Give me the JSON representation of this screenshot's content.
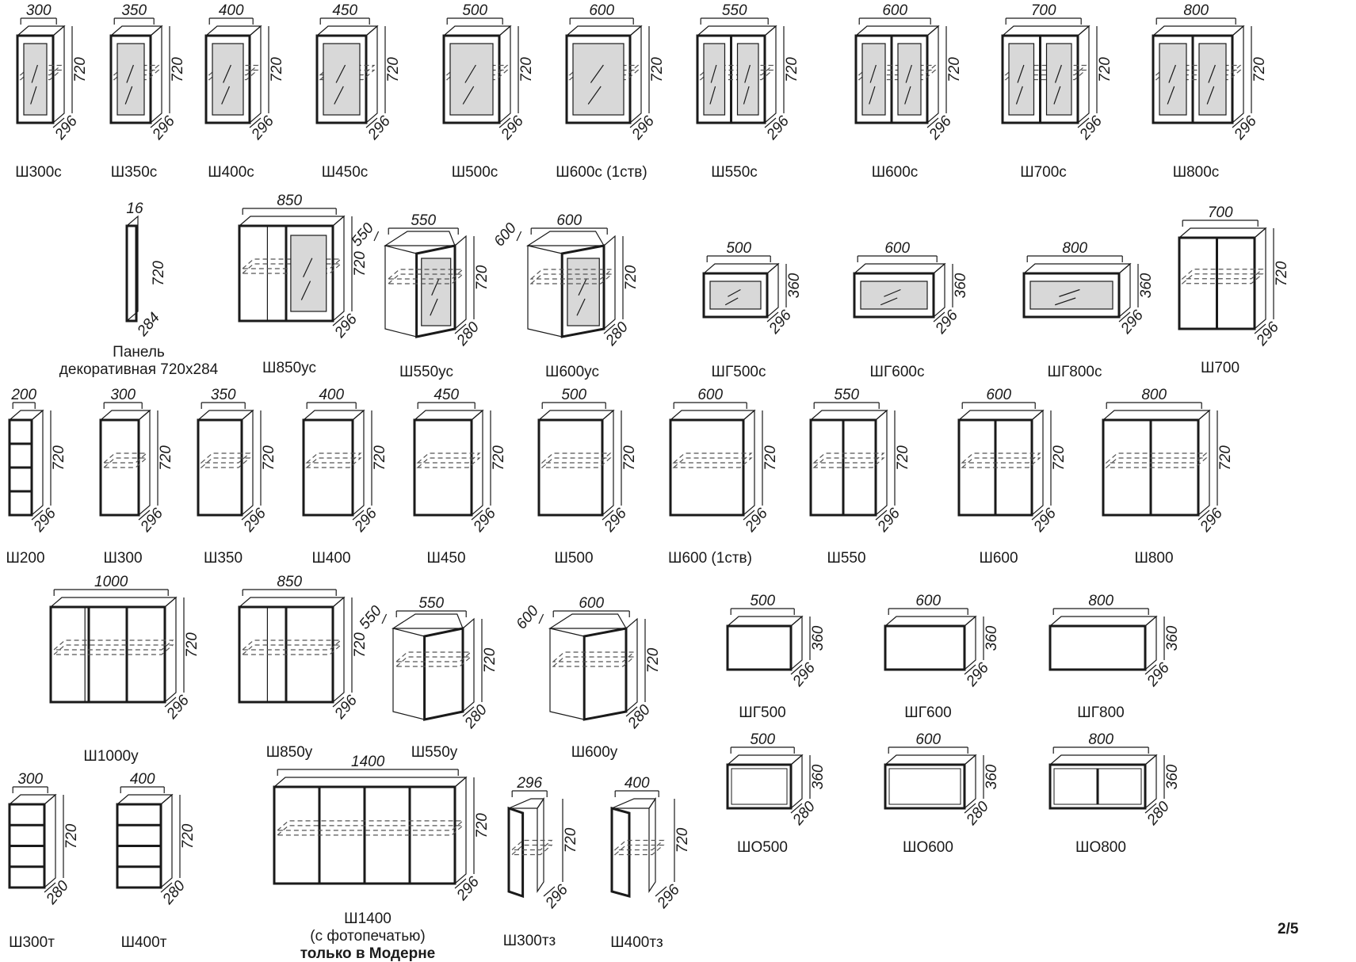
{
  "page_number": "2/5",
  "items": [
    {
      "name": "Ш300с",
      "w": "300",
      "h": "720",
      "d": "296",
      "kind": "std",
      "doors": 1,
      "glass": true
    },
    {
      "name": "Ш350с",
      "w": "350",
      "h": "720",
      "d": "296",
      "kind": "std",
      "doors": 1,
      "glass": true
    },
    {
      "name": "Ш400с",
      "w": "400",
      "h": "720",
      "d": "296",
      "kind": "std",
      "doors": 1,
      "glass": true
    },
    {
      "name": "Ш450с",
      "w": "450",
      "h": "720",
      "d": "296",
      "kind": "std",
      "doors": 1,
      "glass": true
    },
    {
      "name": "Ш500с",
      "w": "500",
      "h": "720",
      "d": "296",
      "kind": "std",
      "doors": 1,
      "glass": true
    },
    {
      "name": "Ш600с (1ств)",
      "w": "600",
      "h": "720",
      "d": "296",
      "kind": "std",
      "doors": 1,
      "glass": true
    },
    {
      "name": "Ш550с",
      "w": "550",
      "h": "720",
      "d": "296",
      "kind": "std",
      "doors": 2,
      "glass": true
    },
    {
      "name": "Ш600с",
      "w": "600",
      "h": "720",
      "d": "296",
      "kind": "std",
      "doors": 2,
      "glass": true
    },
    {
      "name": "Ш700с",
      "w": "700",
      "h": "720",
      "d": "296",
      "kind": "std",
      "doors": 2,
      "glass": true
    },
    {
      "name": "Ш800с",
      "w": "800",
      "h": "720",
      "d": "296",
      "kind": "std",
      "doors": 2,
      "glass": true
    },
    {
      "name": "Панель",
      "name2": "декоративная 720х284",
      "w": "16",
      "h": "720",
      "d": "284",
      "kind": "panel"
    },
    {
      "name": "Ш850ус",
      "w": "850",
      "h": "720",
      "d": "296",
      "kind": "corner",
      "glass": true
    },
    {
      "name": "Ш550ус",
      "w": "550",
      "w2": "550",
      "h": "720",
      "d": "280",
      "kind": "angle",
      "glass": true
    },
    {
      "name": "Ш600ус",
      "w": "600",
      "w2": "600",
      "h": "720",
      "d": "280",
      "kind": "angle",
      "glass": true
    },
    {
      "name": "ШГ500с",
      "w": "500",
      "h": "360",
      "d": "296",
      "kind": "low",
      "glass": true
    },
    {
      "name": "ШГ600с",
      "w": "600",
      "h": "360",
      "d": "296",
      "kind": "low",
      "glass": true
    },
    {
      "name": "ШГ800с",
      "w": "800",
      "h": "360",
      "d": "296",
      "kind": "low",
      "glass": true
    },
    {
      "name": "Ш700",
      "w": "700",
      "h": "720",
      "d": "296",
      "kind": "std",
      "doors": 2,
      "glass": false
    },
    {
      "name": "Ш200",
      "w": "200",
      "h": "720",
      "d": "296",
      "kind": "open200"
    },
    {
      "name": "Ш300",
      "w": "300",
      "h": "720",
      "d": "296",
      "kind": "std",
      "doors": 1,
      "glass": false
    },
    {
      "name": "Ш350",
      "w": "350",
      "h": "720",
      "d": "296",
      "kind": "std",
      "doors": 1,
      "glass": false
    },
    {
      "name": "Ш400",
      "w": "400",
      "h": "720",
      "d": "296",
      "kind": "std",
      "doors": 1,
      "glass": false
    },
    {
      "name": "Ш450",
      "w": "450",
      "h": "720",
      "d": "296",
      "kind": "std",
      "doors": 1,
      "glass": false
    },
    {
      "name": "Ш500",
      "w": "500",
      "h": "720",
      "d": "296",
      "kind": "std",
      "doors": 1,
      "glass": false
    },
    {
      "name": "Ш600 (1ств)",
      "w": "600",
      "h": "720",
      "d": "296",
      "kind": "std",
      "doors": 1,
      "glass": false
    },
    {
      "name": "Ш550",
      "w": "550",
      "h": "720",
      "d": "296",
      "kind": "std",
      "doors": 2,
      "glass": false
    },
    {
      "name": "Ш600",
      "w": "600",
      "h": "720",
      "d": "296",
      "kind": "std",
      "doors": 2,
      "glass": false
    },
    {
      "name": "Ш800",
      "w": "800",
      "h": "720",
      "d": "296",
      "kind": "std",
      "doors": 2,
      "glass": false
    },
    {
      "name": "Ш1000у",
      "w": "1000",
      "h": "720",
      "d": "296",
      "kind": "corner1000"
    },
    {
      "name": "Ш850у",
      "w": "850",
      "h": "720",
      "d": "296",
      "kind": "corner",
      "glass": false
    },
    {
      "name": "Ш550у",
      "w": "550",
      "w2": "550",
      "h": "720",
      "d": "280",
      "kind": "angle",
      "glass": false
    },
    {
      "name": "Ш600у",
      "w": "600",
      "w2": "600",
      "h": "720",
      "d": "280",
      "kind": "angle",
      "glass": false
    },
    {
      "name": "ШГ500",
      "w": "500",
      "h": "360",
      "d": "296",
      "kind": "low",
      "glass": false
    },
    {
      "name": "ШГ600",
      "w": "600",
      "h": "360",
      "d": "296",
      "kind": "low",
      "glass": false
    },
    {
      "name": "ШГ800",
      "w": "800",
      "h": "360",
      "d": "296",
      "kind": "low",
      "glass": false
    },
    {
      "name": "Ш300т",
      "w": "300",
      "h": "720",
      "d": "280",
      "kind": "end"
    },
    {
      "name": "Ш400т",
      "w": "400",
      "h": "720",
      "d": "280",
      "kind": "end"
    },
    {
      "name": "Ш1400",
      "name2": "(с фотопечатью)",
      "name3": "только в Модерне",
      "w": "1400",
      "h": "720",
      "d": "296",
      "kind": "wide"
    },
    {
      "name": "Ш300тз",
      "w": "296",
      "h": "720",
      "d": "296",
      "kind": "endclosed"
    },
    {
      "name": "Ш400тз",
      "w": "400",
      "h": "720",
      "d": "296",
      "kind": "endclosed"
    },
    {
      "name": "ШО500",
      "w": "500",
      "h": "360",
      "d": "280",
      "kind": "openlow",
      "dividers": 0
    },
    {
      "name": "ШО600",
      "w": "600",
      "h": "360",
      "d": "280",
      "kind": "openlow",
      "dividers": 0
    },
    {
      "name": "ШО800",
      "w": "800",
      "h": "360",
      "d": "280",
      "kind": "openlow",
      "dividers": 1
    }
  ]
}
